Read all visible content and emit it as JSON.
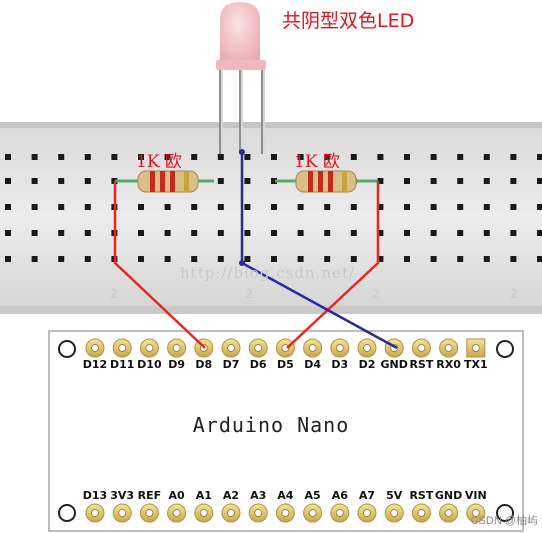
{
  "led": {
    "title": "共阴型双色LED"
  },
  "resistors": [
    {
      "label": "1K 欧"
    },
    {
      "label": "1K 欧"
    }
  ],
  "watermark": "http://blog.csdn.net/",
  "board": {
    "name": "Arduino Nano",
    "top_pins": [
      "D12",
      "D11",
      "D10",
      "D9",
      "D8",
      "D7",
      "D6",
      "D5",
      "D4",
      "D3",
      "D2",
      "GND",
      "RST",
      "RX0",
      "TX1"
    ],
    "bottom_pins": [
      "D13",
      "3V3",
      "REF",
      "A0",
      "A1",
      "A2",
      "A3",
      "A4",
      "A5",
      "A6",
      "A7",
      "5V",
      "RST",
      "GND",
      "VIN"
    ]
  },
  "wires": [
    {
      "from": "resistor-1",
      "to": "D8",
      "color": "#e8261e"
    },
    {
      "from": "resistor-2",
      "to": "D5",
      "color": "#e8261e"
    },
    {
      "from": "led-cathode",
      "to": "GND",
      "color": "#2a2a9c"
    }
  ],
  "credit": "CSDN @柚屿"
}
